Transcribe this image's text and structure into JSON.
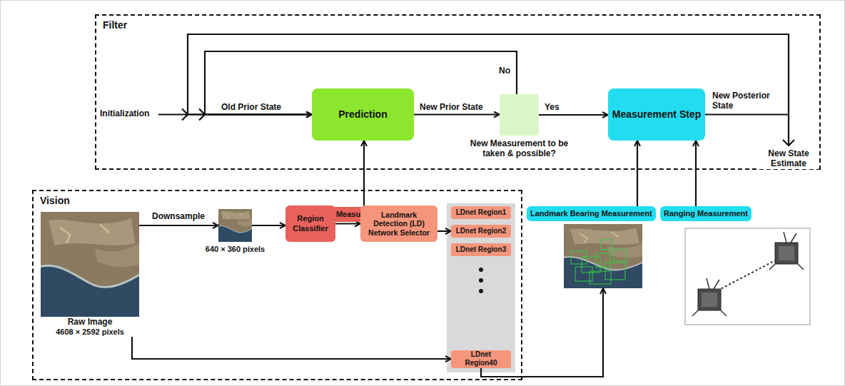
{
  "diagram": {
    "nodes": [
      {
        "text": [
          "Filter"
        ]
      },
      {
        "text": [
          "Prediction"
        ],
        "in": 0
      },
      {
        "text": [
          "New Measurement to be taken & possible?"
        ],
        "in": 0
      },
      {
        "text": [
          "Measurement Step"
        ],
        "in": 0
      },
      {
        "text": [
          "Gyro Measurement"
        ]
      },
      {
        "text": [
          "Landmark Bearing Measurement"
        ]
      },
      {
        "text": [
          "Ranging Measurement"
        ]
      },
      {
        "text": [
          "Vision"
        ]
      },
      {
        "text": [
          "Raw Image",
          "4608 × 2592 pixels"
        ],
        "in": 7
      },
      {
        "text": [
          "640 × 360 pixels"
        ],
        "in": 7
      },
      {
        "text": [
          "Region Classifier"
        ],
        "in": 7
      },
      {
        "text": [
          "Landmark Detection (LD) Network Selector"
        ],
        "in": 7
      },
      {
        "text": [
          "LDnet Region1"
        ],
        "in": 7
      },
      {
        "text": [
          "LDnet Region2"
        ],
        "in": 7
      },
      {
        "text": [
          "LDnet Region3"
        ],
        "in": 7
      },
      {
        "text": [
          "LDnet Region40"
        ],
        "in": 7
      }
    ],
    "edges": [
      {
        "from": 1,
        "to": 2,
        "label": "New Prior State",
        "arrow": "to"
      },
      {
        "from": 2,
        "to": 1,
        "label": "No",
        "arrow": "to"
      },
      {
        "from": 2,
        "to": 3,
        "label": "Yes",
        "arrow": "to"
      },
      {
        "from": 3,
        "to": 1,
        "arrow": "to"
      },
      {
        "from": 4,
        "to": 1,
        "arrow": "to"
      },
      {
        "from": 5,
        "to": 3,
        "arrow": "to"
      },
      {
        "from": 6,
        "to": 3,
        "arrow": "to"
      },
      {
        "from": 8,
        "to": 9,
        "label": "Downsample",
        "arrow": "to"
      },
      {
        "from": 9,
        "to": 10,
        "arrow": "to"
      },
      {
        "from": 10,
        "to": 11,
        "arrow": "to"
      },
      {
        "from": 11,
        "to": 13,
        "arrow": "to"
      },
      {
        "from": 8,
        "to": 15,
        "arrow": "to"
      },
      {
        "from": 15,
        "to": 5,
        "arrow": "to"
      }
    ],
    "labels": [
      "Initialization",
      "Old Prior State",
      "New Posterior State",
      "New State Estimate"
    ]
  }
}
